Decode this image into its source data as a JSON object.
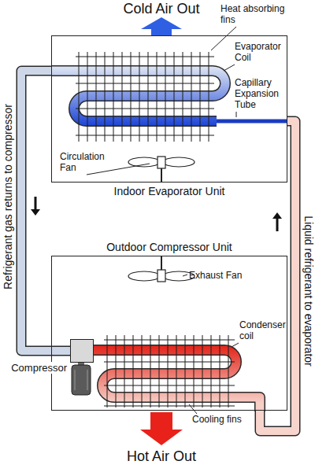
{
  "diagram": {
    "nodes": [
      {
        "text": [
          "Indoor Evaporator Unit"
        ]
      },
      {
        "text": [
          "Outdoor Compressor Unit"
        ]
      },
      {
        "text": [
          "Compressor"
        ],
        "in": 1
      }
    ],
    "edges": [
      {
        "from": 0,
        "to": 2,
        "arrow": "to",
        "label": "Refrigerant gas returns to compressor"
      },
      {
        "from": 1,
        "to": 0,
        "arrow": "to",
        "label": "Liquid refrigerant to evaporator"
      }
    ],
    "labels": [
      "Cold Air Out",
      "Heat absorbing fins",
      "Evaporator Coil",
      "Capillary Expansion Tube",
      "Circulation Fan",
      "Exhaust Fan",
      "Condenser coil",
      "Cooling fins",
      "Hot Air Out"
    ]
  }
}
